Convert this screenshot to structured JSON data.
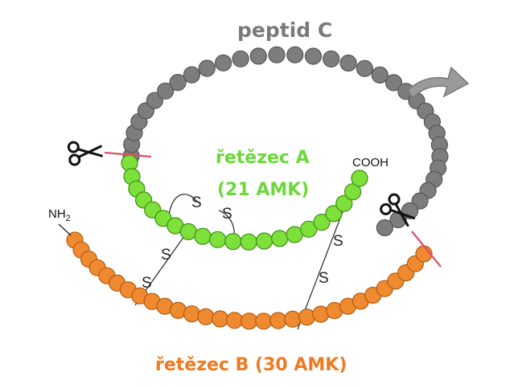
{
  "labels": {
    "peptide_c": "peptid C",
    "chain_a_name": "řetězec A",
    "chain_a_count": "(21 AMK)",
    "chain_b": "řetězec B (30 AMK)",
    "cooh": "COOH",
    "nh2": "NH",
    "nh2_sub": "2",
    "disulfide_atom": "S"
  },
  "chains": {
    "peptide_c_beads": 35,
    "chain_a_beads": 21,
    "chain_b_beads": 30
  },
  "colors": {
    "peptide_c": "#7d7d7d",
    "peptide_c_edge": "#555555",
    "chain_a": "#7ee03a",
    "chain_a_edge": "#3a8f10",
    "chain_b": "#f08a30",
    "chain_b_edge": "#b25a10",
    "cut_line": "#e05060",
    "arrow": "#9a9a9a",
    "chain_a_text": "#6cd83a",
    "chain_b_text": "#ee7a22",
    "peptide_c_text": "#7a7a7a"
  },
  "icons": {
    "cleavage_left": "scissors-icon",
    "cleavage_right": "scissors-icon",
    "direction": "curved-arrow-icon"
  }
}
